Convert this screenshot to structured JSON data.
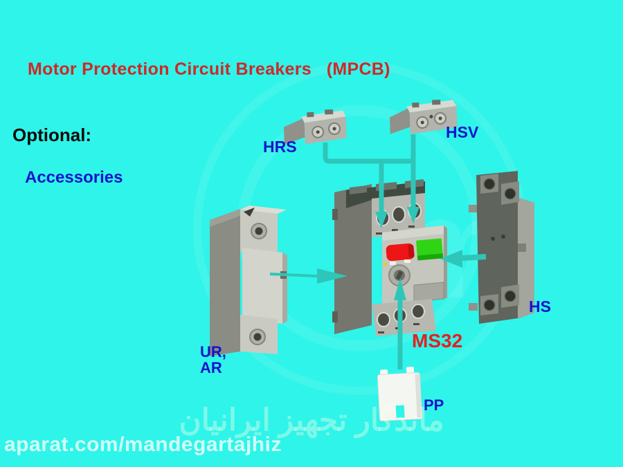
{
  "title": "Motor Protection Circuit Breakers   (MPCB)",
  "labels": {
    "optional": "Optional:",
    "accessories": "Accessories"
  },
  "diagram": {
    "labels": {
      "hrs": "HRS",
      "hsv": "HSV",
      "hs": "HS",
      "ur_ar_line1": "UR,",
      "ur_ar_line2": "AR",
      "ms32": "MS32",
      "pp": "PP"
    }
  },
  "watermark": {
    "url": "aparat.com/mandegartajhiz",
    "persian": "ماندگار تجهیز ایرانیان",
    "logo_letter": "m"
  },
  "colors": {
    "background": "#2ff4e9",
    "title_red": "#cf2828",
    "label_blue": "#1414cc",
    "ms32_red": "#e81f1f",
    "arrow_teal": "#2ec6b9",
    "button_red": "#ed1515",
    "button_green": "#2fd414"
  }
}
